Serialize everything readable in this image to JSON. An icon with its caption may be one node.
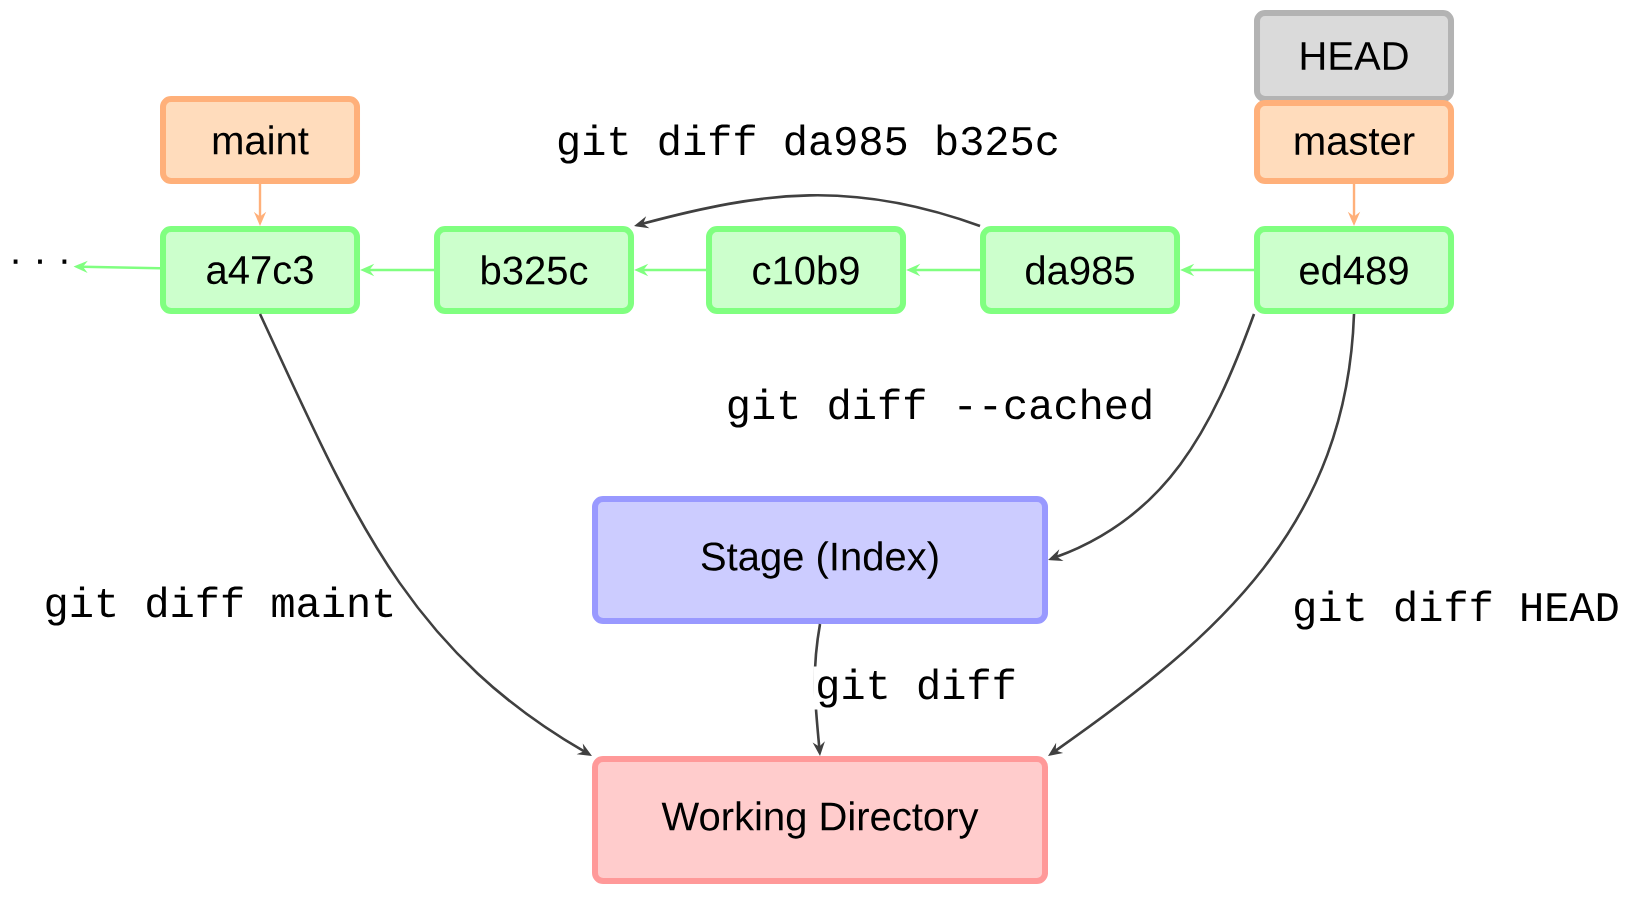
{
  "diagram": {
    "nodes": [
      {
        "text": [
          "HEAD"
        ]
      },
      {
        "text": [
          "master"
        ]
      },
      {
        "text": [
          "maint"
        ]
      },
      {
        "text": [
          "a47c3"
        ]
      },
      {
        "text": [
          "b325c"
        ]
      },
      {
        "text": [
          "c10b9"
        ]
      },
      {
        "text": [
          "da985"
        ]
      },
      {
        "text": [
          "ed489"
        ]
      },
      {
        "text": [
          "· · ·"
        ]
      },
      {
        "text": [
          "Stage (Index)"
        ]
      },
      {
        "text": [
          "Working Directory"
        ]
      }
    ],
    "edges": [
      {
        "from": 2,
        "to": 3,
        "arrow": "to",
        "color": "#ffb07a"
      },
      {
        "from": 1,
        "to": 7,
        "arrow": "to",
        "color": "#ffb07a"
      },
      {
        "from": 7,
        "to": 6,
        "arrow": "to",
        "color": "#80ff80"
      },
      {
        "from": 6,
        "to": 5,
        "arrow": "to",
        "color": "#80ff80"
      },
      {
        "from": 5,
        "to": 4,
        "arrow": "to",
        "color": "#80ff80"
      },
      {
        "from": 4,
        "to": 3,
        "arrow": "to",
        "color": "#80ff80"
      },
      {
        "from": 3,
        "to": 8,
        "arrow": "to",
        "color": "#80ff80"
      },
      {
        "from": 6,
        "to": 4,
        "arrow": "to",
        "label": "git diff da985 b325c",
        "color": "#404040"
      },
      {
        "from": 7,
        "to": 9,
        "arrow": "to",
        "label": "git diff --cached",
        "color": "#404040"
      },
      {
        "from": 3,
        "to": 10,
        "arrow": "to",
        "label": "git diff maint",
        "color": "#404040"
      },
      {
        "from": 9,
        "to": 10,
        "arrow": "to",
        "label": "git diff",
        "color": "#404040"
      },
      {
        "from": 7,
        "to": 10,
        "arrow": "to",
        "label": "git diff HEAD",
        "color": "#404040"
      }
    ]
  }
}
